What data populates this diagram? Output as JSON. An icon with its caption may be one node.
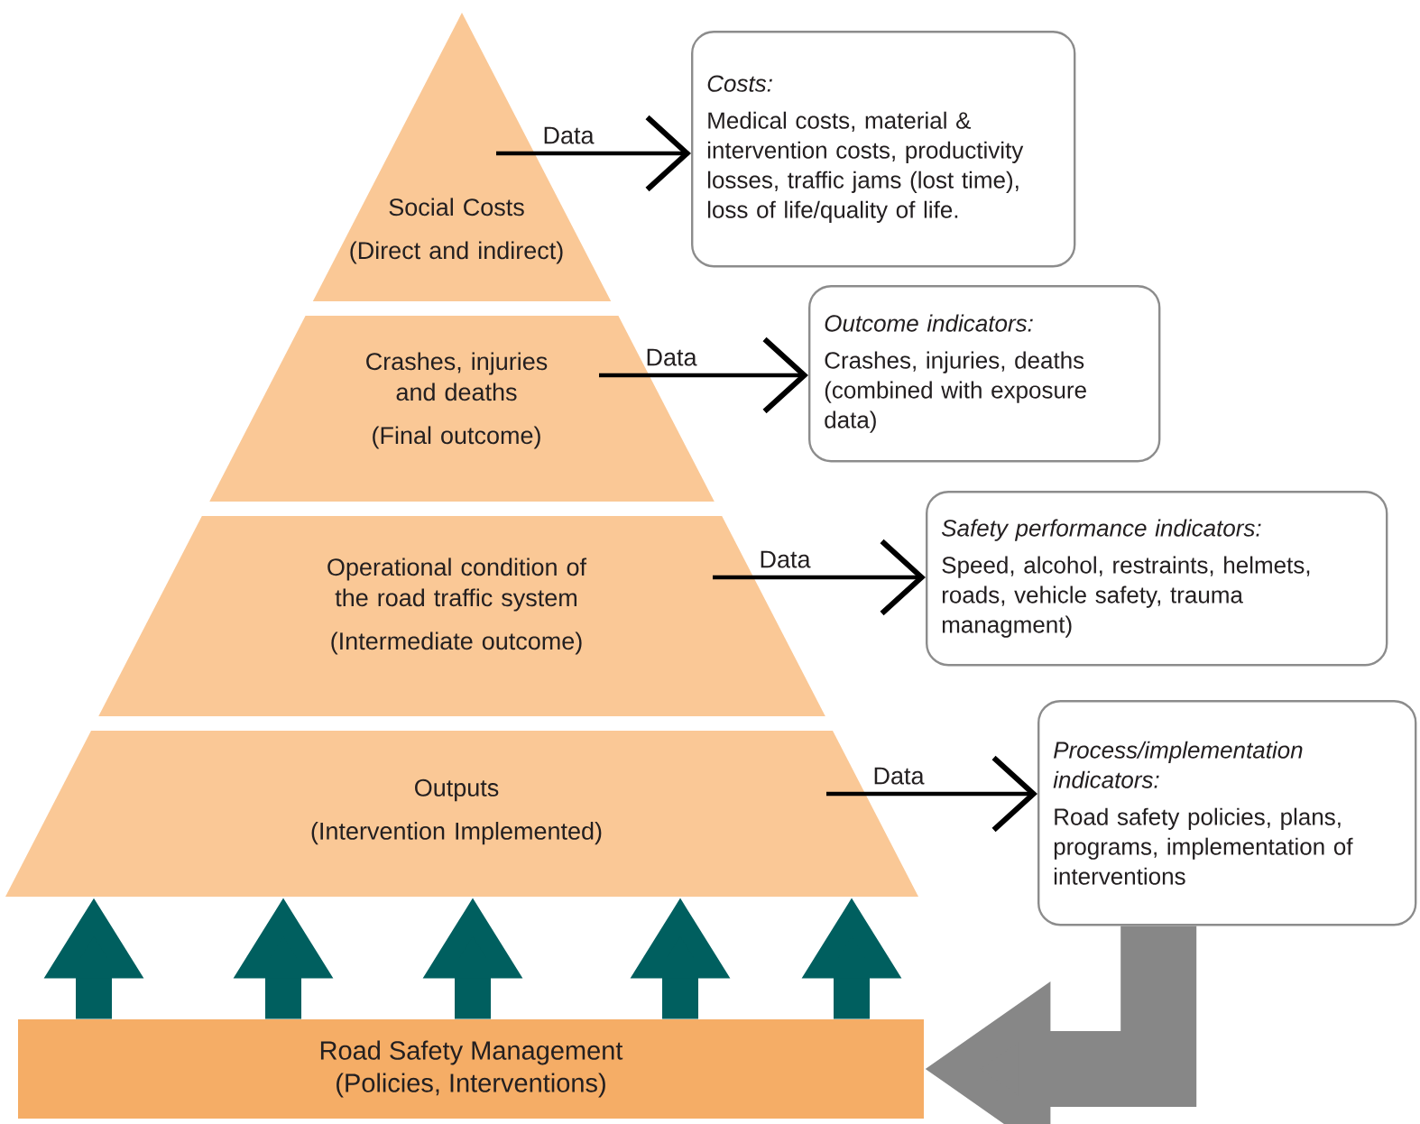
{
  "diagram": {
    "nodes": [
      {
        "text": [
          "Social Costs",
          "(Direct and indirect)"
        ]
      },
      {
        "text": [
          "Crashes, injuries and deaths",
          "(Final outcome)"
        ]
      },
      {
        "text": [
          "Operational condition of the road traffic system",
          "(Intermediate outcome)"
        ]
      },
      {
        "text": [
          "Outputs",
          "(Intervention Implemented)"
        ]
      },
      {
        "text": [
          "Road Safety Management",
          "(Policies, Interventions)"
        ]
      },
      {
        "text": [
          "Costs:",
          "Medical costs, material & intervention costs, productivity losses, traffic jams (lost time), loss of life/quality of life."
        ]
      },
      {
        "text": [
          "Outcome indicators:",
          "Crashes, injuries, deaths (combined with exposure data)"
        ]
      },
      {
        "text": [
          "Safety performance indicators:",
          "Speed, alcohol, restraints, helmets, roads, vehicle safety, trauma managment)"
        ]
      },
      {
        "text": [
          "Process/implementation indicators:",
          "Road safety policies, plans, programs, implementation of interventions"
        ]
      }
    ],
    "edges": [
      {
        "from": 0,
        "to": 5,
        "arrow": "to",
        "label": "Data",
        "color": "#000000"
      },
      {
        "from": 1,
        "to": 6,
        "arrow": "to",
        "label": "Data",
        "color": "#000000"
      },
      {
        "from": 2,
        "to": 7,
        "arrow": "to",
        "label": "Data",
        "color": "#000000"
      },
      {
        "from": 3,
        "to": 8,
        "arrow": "to",
        "label": "Data",
        "color": "#000000"
      },
      {
        "from": 4,
        "to": 3,
        "arrow": "to",
        "color": "#005f5f"
      },
      {
        "from": 4,
        "to": 3,
        "arrow": "to",
        "color": "#005f5f"
      },
      {
        "from": 4,
        "to": 3,
        "arrow": "to",
        "color": "#005f5f"
      },
      {
        "from": 4,
        "to": 3,
        "arrow": "to",
        "color": "#005f5f"
      },
      {
        "from": 4,
        "to": 3,
        "arrow": "to",
        "color": "#005f5f"
      },
      {
        "from": 8,
        "to": 4,
        "arrow": "to",
        "style": "thick",
        "color": "#878787"
      }
    ]
  }
}
